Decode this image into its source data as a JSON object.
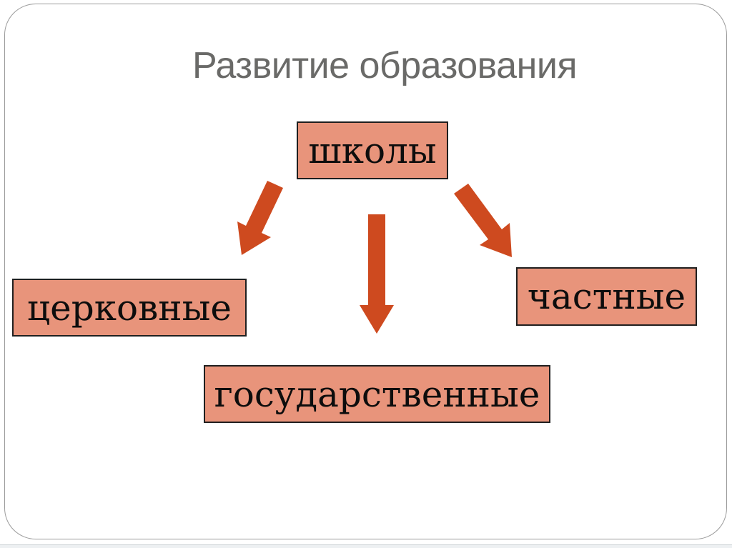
{
  "slide": {
    "title": "Развитие образования"
  },
  "diagram": {
    "root": {
      "label": "школы"
    },
    "children": [
      {
        "label": "церковные"
      },
      {
        "label": "государственные"
      },
      {
        "label": "частные"
      }
    ],
    "edges": [
      {
        "from": "школы",
        "to": "церковные"
      },
      {
        "from": "школы",
        "to": "государственные"
      },
      {
        "from": "школы",
        "to": "частные"
      }
    ]
  },
  "colors": {
    "node_fill": "#E8947B",
    "node_border": "#1F1F1F",
    "arrow": "#CE4A1F",
    "title_text": "#6A6A68",
    "slide_border": "#9B9B9B"
  }
}
